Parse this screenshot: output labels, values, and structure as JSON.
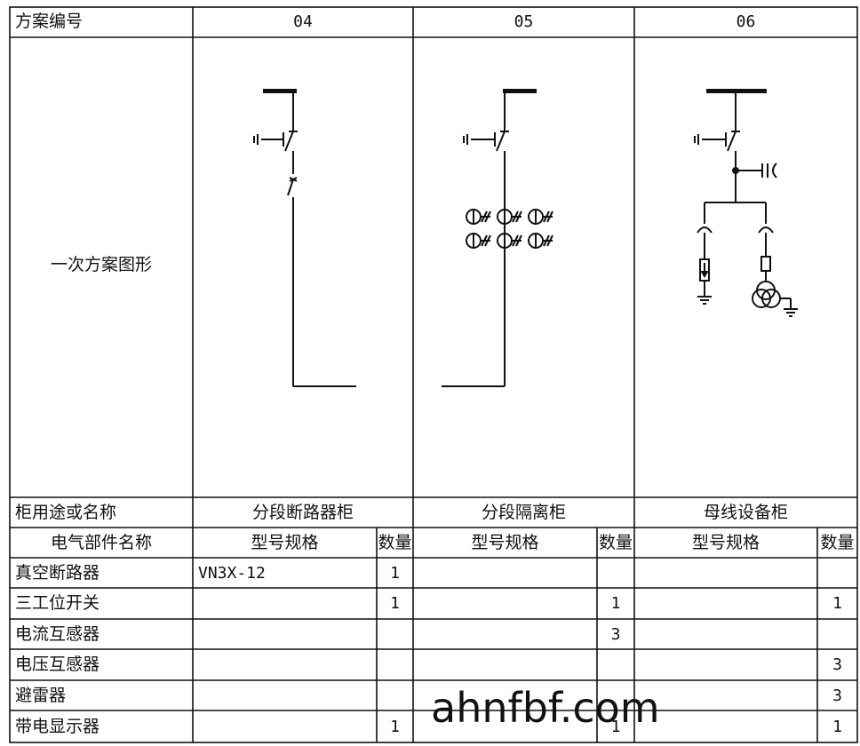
{
  "header": {
    "label": "方案编号",
    "schemes": [
      "04",
      "05",
      "06"
    ]
  },
  "diagram_row": {
    "label": "一次方案图形"
  },
  "usage_row": {
    "label": "柜用途或名称",
    "values": [
      "分段断路器柜",
      "分段隔离柜",
      "母线设备柜"
    ]
  },
  "parts_header": {
    "label": "电气部件名称",
    "model_label": "型号规格",
    "qty_label": "数量"
  },
  "parts": [
    {
      "name": "真空断路器",
      "cells": [
        {
          "model": "VN3X-12",
          "qty": "1"
        },
        {
          "model": "",
          "qty": ""
        },
        {
          "model": "",
          "qty": ""
        }
      ]
    },
    {
      "name": "三工位开关",
      "cells": [
        {
          "model": "",
          "qty": "1"
        },
        {
          "model": "",
          "qty": "1"
        },
        {
          "model": "",
          "qty": "1"
        }
      ]
    },
    {
      "name": "电流互感器",
      "cells": [
        {
          "model": "",
          "qty": ""
        },
        {
          "model": "",
          "qty": "3"
        },
        {
          "model": "",
          "qty": ""
        }
      ]
    },
    {
      "name": "电压互感器",
      "cells": [
        {
          "model": "",
          "qty": ""
        },
        {
          "model": "",
          "qty": ""
        },
        {
          "model": "",
          "qty": "3"
        }
      ]
    },
    {
      "name": "避雷器",
      "cells": [
        {
          "model": "",
          "qty": ""
        },
        {
          "model": "",
          "qty": ""
        },
        {
          "model": "",
          "qty": "3"
        }
      ]
    },
    {
      "name": "带电显示器",
      "cells": [
        {
          "model": "",
          "qty": "1"
        },
        {
          "model": "",
          "qty": "1"
        },
        {
          "model": "",
          "qty": "1"
        }
      ]
    }
  ],
  "watermark": "ahnfbf.com"
}
